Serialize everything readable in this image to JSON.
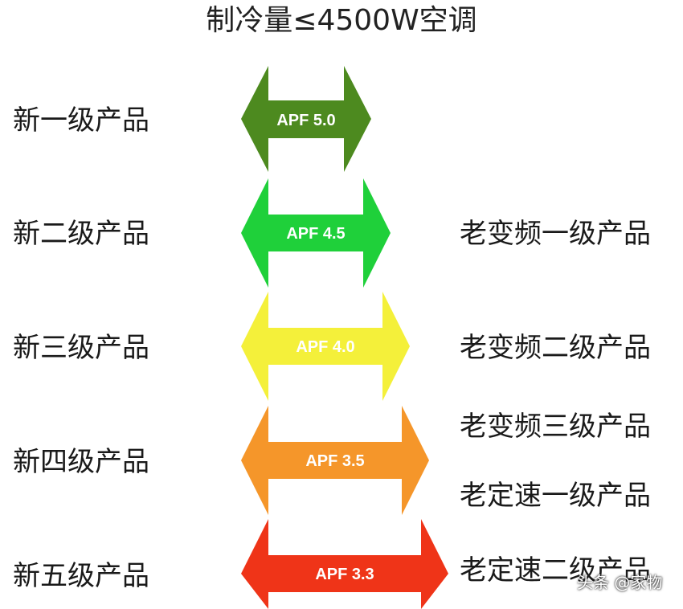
{
  "title": "制冷量≤4500W空调",
  "levels": [
    {
      "new_label": "新一级产品",
      "apf": "APF 5.0",
      "color": "#4d8a1f",
      "text_color": "#ffffff"
    },
    {
      "new_label": "新二级产品",
      "apf": "APF 4.5",
      "color": "#1fd03a",
      "text_color": "#ffffff"
    },
    {
      "new_label": "新三级产品",
      "apf": "APF 4.0",
      "color": "#f4f03a",
      "text_color": "#ffffff"
    },
    {
      "new_label": "新四级产品",
      "apf": "APF 3.5",
      "color": "#f5962a",
      "text_color": "#ffffff"
    },
    {
      "new_label": "新五级产品",
      "apf": "APF 3.3",
      "color": "#ef3418",
      "text_color": "#ffffff"
    }
  ],
  "old_labels": [
    "老变频一级产品",
    "老变频二级产品",
    "老变频三级产品",
    "老定速一级产品",
    "老定速二级产品"
  ],
  "watermark": "头条 @家物"
}
